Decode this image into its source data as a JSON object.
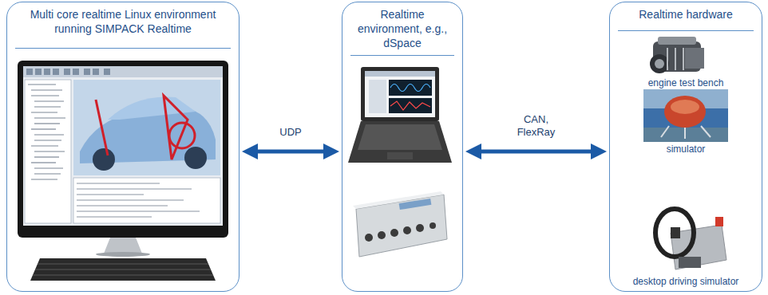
{
  "diagram": {
    "nodes": [
      {
        "text": [
          "Multi core realtime Linux environment running SIMPACK Realtime"
        ]
      },
      {
        "text": [
          "Realtime environment, e.g., dSpace"
        ]
      },
      {
        "text": [
          "Realtime hardware"
        ]
      }
    ],
    "edges": [
      {
        "from": 0,
        "to": 1,
        "arrow": "both",
        "label": "UDP"
      },
      {
        "from": 1,
        "to": 2,
        "arrow": "both",
        "label": "CAN, FlexRay"
      }
    ],
    "labels": [
      "engine test bench",
      "simulator",
      "desktop driving simulator"
    ]
  }
}
